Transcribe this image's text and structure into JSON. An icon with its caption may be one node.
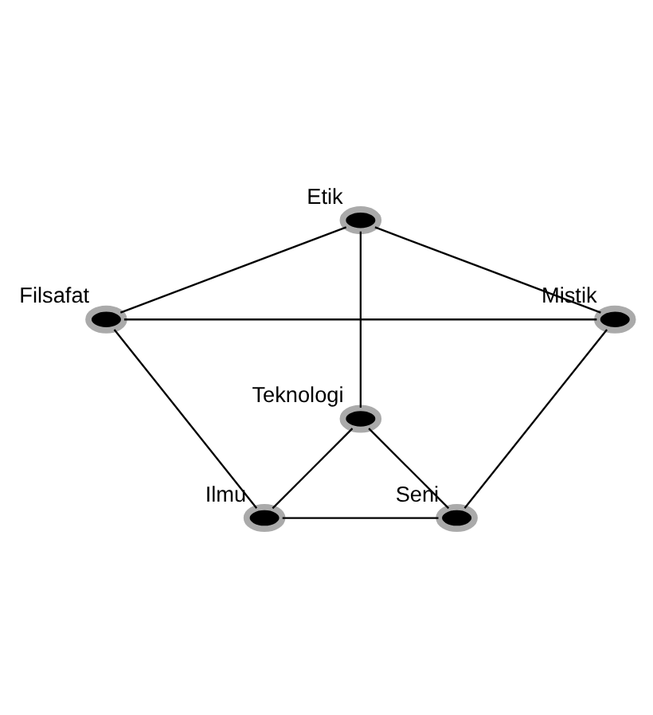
{
  "diagram": {
    "nodes": [
      {
        "text": [],
        "shape": "circle",
        "beside": [
          "Etik"
        ]
      },
      {
        "text": [],
        "shape": "circle",
        "beside": [
          "Filsafat"
        ]
      },
      {
        "text": [],
        "shape": "circle",
        "beside": [
          "Mistik"
        ]
      },
      {
        "text": [],
        "shape": "circle",
        "beside": [
          "Teknologi"
        ]
      },
      {
        "text": [],
        "shape": "circle",
        "beside": [
          "Ilmu"
        ]
      },
      {
        "text": [],
        "shape": "circle",
        "beside": [
          "Seni"
        ]
      }
    ],
    "edges": [
      {
        "from": 0,
        "to": 1,
        "arrow": "none"
      },
      {
        "from": 0,
        "to": 2,
        "arrow": "none"
      },
      {
        "from": 0,
        "to": 3,
        "arrow": "none"
      },
      {
        "from": 1,
        "to": 2,
        "arrow": "none"
      },
      {
        "from": 1,
        "to": 4,
        "arrow": "none"
      },
      {
        "from": 2,
        "to": 5,
        "arrow": "none"
      },
      {
        "from": 3,
        "to": 4,
        "arrow": "none"
      },
      {
        "from": 3,
        "to": 5,
        "arrow": "none"
      },
      {
        "from": 4,
        "to": 5,
        "arrow": "none"
      }
    ]
  }
}
